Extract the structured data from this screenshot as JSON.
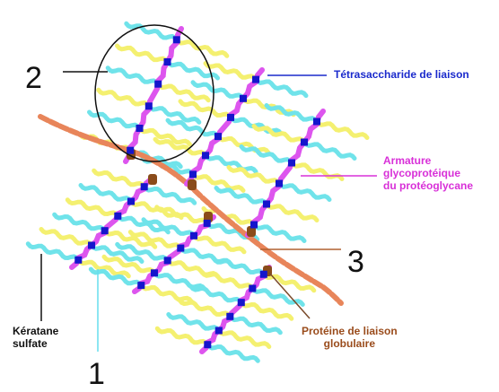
{
  "labels": {
    "num1": "1",
    "num2": "2",
    "num3": "3",
    "tetrasaccharide": "Tétrasaccharide de liaison",
    "armature": [
      "Armature",
      "glycoprotéique",
      "du protéoglycane"
    ],
    "keratane": [
      "Kératane",
      "sulfate"
    ],
    "proteine": [
      "Protéine de liaison",
      "globulaire"
    ]
  },
  "colors": {
    "hyaluronan_chain": "#e8855a",
    "core_protein": "#dd55ee",
    "chondroitin_sulfate": "#70e3ea",
    "keratan_sulfate": "#f4f070",
    "tetrasaccharide_link": "#1515cc",
    "link_protein": "#8a4b1a",
    "label_blue": "#1a2acc",
    "label_pink": "#d830d8",
    "label_brown": "#9a4c1c",
    "label_black": "#111111",
    "leader_cyan": "#66ddee"
  }
}
